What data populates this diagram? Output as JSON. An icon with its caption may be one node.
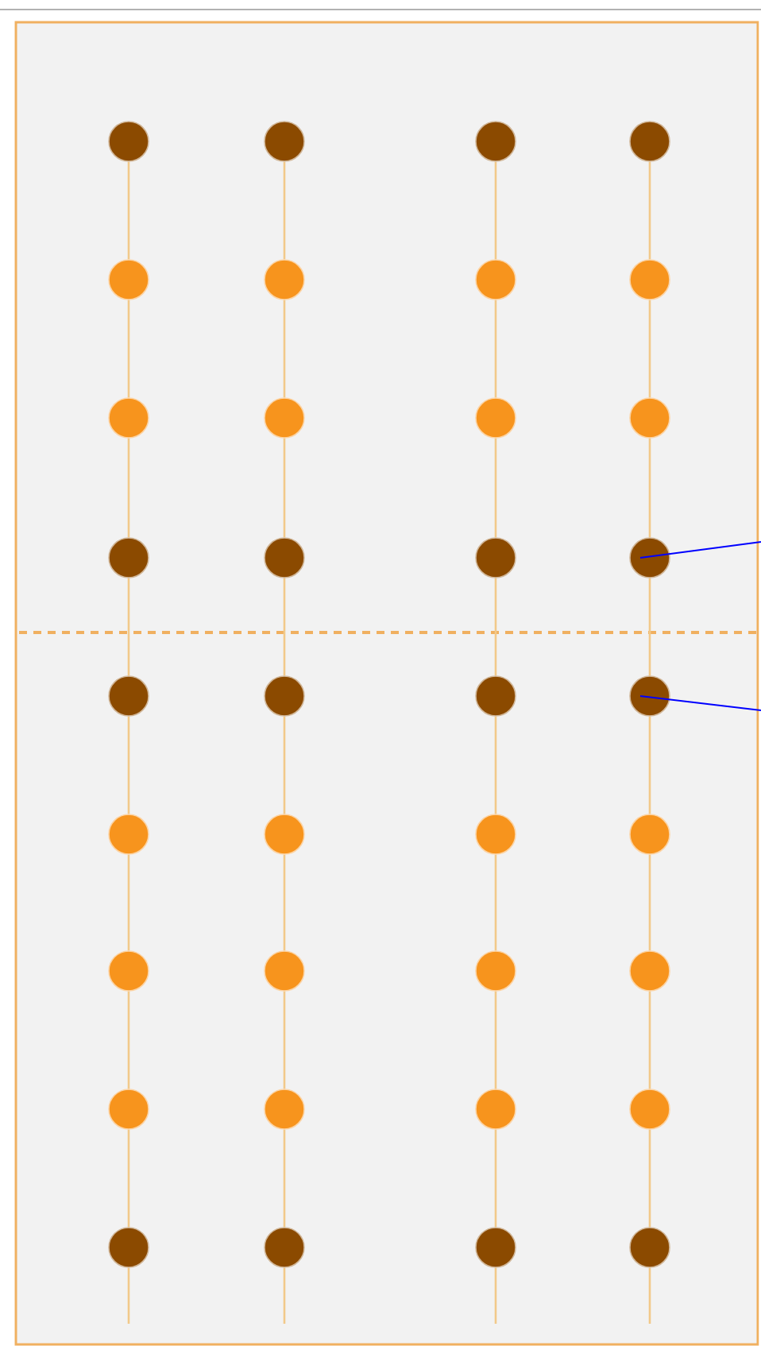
{
  "diagram": {
    "nodes": [
      {
        "text": [],
        "shape": "circle"
      },
      {
        "text": [],
        "shape": "circle"
      },
      {
        "text": [],
        "shape": "circle"
      },
      {
        "text": [],
        "shape": "circle"
      },
      {
        "text": [],
        "shape": "circle"
      },
      {
        "text": [],
        "shape": "circle"
      },
      {
        "text": [],
        "shape": "circle"
      },
      {
        "text": [],
        "shape": "circle"
      },
      {
        "text": [],
        "shape": "circle"
      },
      {
        "text": [],
        "shape": "circle"
      },
      {
        "text": [],
        "shape": "circle"
      },
      {
        "text": [],
        "shape": "circle"
      },
      {
        "text": [],
        "shape": "circle"
      },
      {
        "text": [],
        "shape": "circle"
      },
      {
        "text": [],
        "shape": "circle"
      },
      {
        "text": [],
        "shape": "circle"
      },
      {
        "text": [],
        "shape": "circle"
      },
      {
        "text": [],
        "shape": "circle"
      },
      {
        "text": [],
        "shape": "circle"
      },
      {
        "text": [],
        "shape": "circle"
      },
      {
        "text": [],
        "shape": "circle"
      },
      {
        "text": [],
        "shape": "circle"
      },
      {
        "text": [],
        "shape": "circle"
      },
      {
        "text": [],
        "shape": "circle"
      },
      {
        "text": [],
        "shape": "circle"
      },
      {
        "text": [],
        "shape": "circle"
      },
      {
        "text": [],
        "shape": "circle"
      },
      {
        "text": [],
        "shape": "circle"
      },
      {
        "text": [],
        "shape": "circle"
      },
      {
        "text": [],
        "shape": "circle"
      },
      {
        "text": [],
        "shape": "circle"
      },
      {
        "text": [],
        "shape": "circle"
      },
      {
        "text": [],
        "shape": "circle"
      },
      {
        "text": [],
        "shape": "circle"
      },
      {
        "text": [],
        "shape": "circle"
      },
      {
        "text": [],
        "shape": "circle"
      }
    ],
    "edges": [
      {
        "from": 0,
        "to": 4,
        "arrow": "none"
      },
      {
        "from": 4,
        "to": 8,
        "arrow": "none"
      },
      {
        "from": 8,
        "to": 12,
        "arrow": "none"
      },
      {
        "from": 12,
        "to": 16,
        "arrow": "none"
      },
      {
        "from": 16,
        "to": 20,
        "arrow": "none"
      },
      {
        "from": 20,
        "to": 24,
        "arrow": "none"
      },
      {
        "from": 24,
        "to": 28,
        "arrow": "none"
      },
      {
        "from": 28,
        "to": 32,
        "arrow": "none"
      },
      {
        "from": 1,
        "to": 5,
        "arrow": "none"
      },
      {
        "from": 5,
        "to": 9,
        "arrow": "none"
      },
      {
        "from": 9,
        "to": 13,
        "arrow": "none"
      },
      {
        "from": 13,
        "to": 17,
        "arrow": "none"
      },
      {
        "from": 17,
        "to": 21,
        "arrow": "none"
      },
      {
        "from": 21,
        "to": 25,
        "arrow": "none"
      },
      {
        "from": 25,
        "to": 29,
        "arrow": "none"
      },
      {
        "from": 29,
        "to": 33,
        "arrow": "none"
      },
      {
        "from": 2,
        "to": 6,
        "arrow": "none"
      },
      {
        "from": 6,
        "to": 10,
        "arrow": "none"
      },
      {
        "from": 10,
        "to": 14,
        "arrow": "none"
      },
      {
        "from": 14,
        "to": 18,
        "arrow": "none"
      },
      {
        "from": 18,
        "to": 22,
        "arrow": "none"
      },
      {
        "from": 22,
        "to": 26,
        "arrow": "none"
      },
      {
        "from": 26,
        "to": 30,
        "arrow": "none"
      },
      {
        "from": 30,
        "to": 34,
        "arrow": "none"
      },
      {
        "from": 3,
        "to": 7,
        "arrow": "none"
      },
      {
        "from": 7,
        "to": 11,
        "arrow": "none"
      },
      {
        "from": 11,
        "to": 15,
        "arrow": "none"
      },
      {
        "from": 15,
        "to": 19,
        "arrow": "none"
      },
      {
        "from": 19,
        "to": 23,
        "arrow": "none"
      },
      {
        "from": 23,
        "to": 27,
        "arrow": "none"
      },
      {
        "from": 27,
        "to": 31,
        "arrow": "none"
      },
      {
        "from": 31,
        "to": 35,
        "arrow": "none"
      },
      {
        "from": null,
        "to": 15,
        "arrow": "none",
        "color": "#0000ff"
      },
      {
        "from": null,
        "to": 19,
        "arrow": "none",
        "color": "#0000ff"
      }
    ]
  }
}
